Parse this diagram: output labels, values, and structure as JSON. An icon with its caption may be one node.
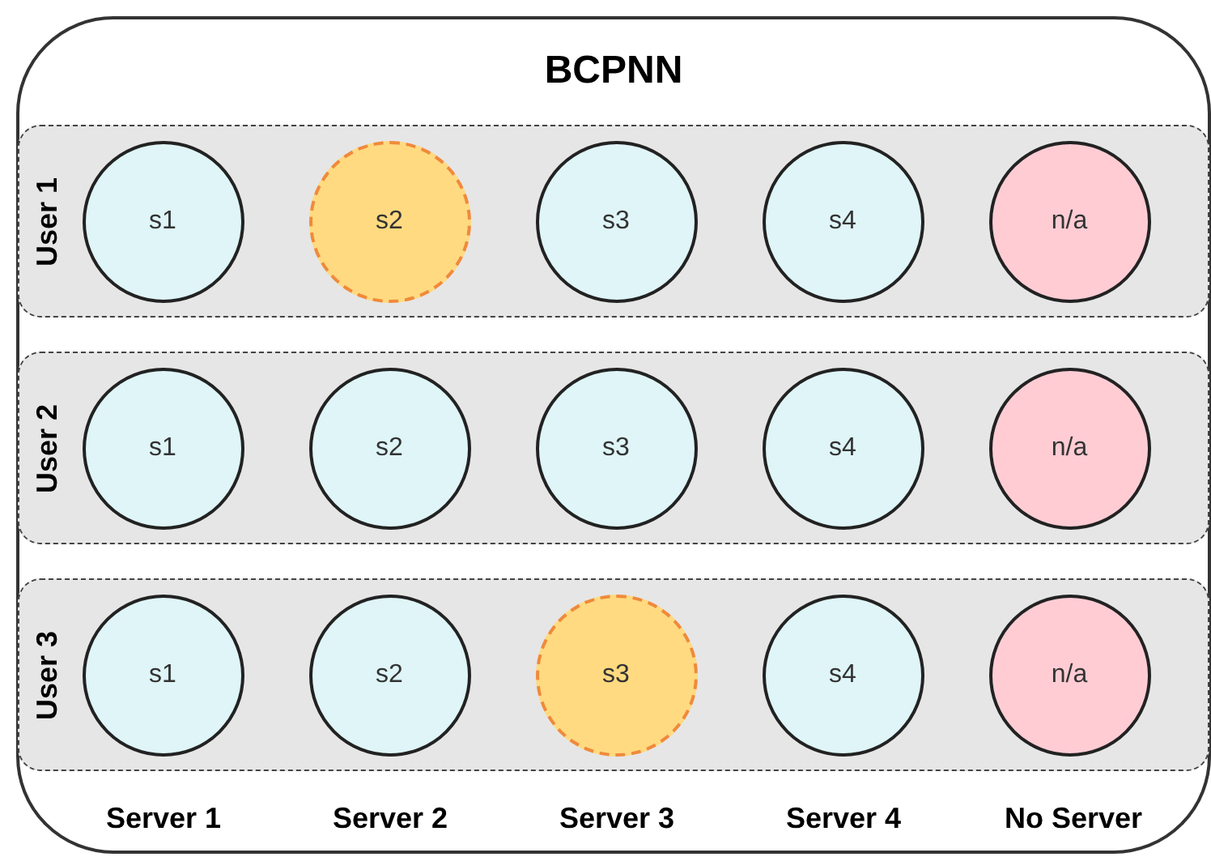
{
  "diagram": {
    "nodes": [
      {
        "text": [
          "BCPNN"
        ]
      },
      {
        "text": [
          "User 1"
        ],
        "in": 0
      },
      {
        "text": [
          "s1"
        ],
        "in": 1
      },
      {
        "text": [
          "s2"
        ],
        "in": 1
      },
      {
        "text": [
          "s3"
        ],
        "in": 1
      },
      {
        "text": [
          "s4"
        ],
        "in": 1
      },
      {
        "text": [
          "n/a"
        ],
        "in": 1
      },
      {
        "text": [
          "User 2"
        ],
        "in": 0
      },
      {
        "text": [
          "s1"
        ],
        "in": 7
      },
      {
        "text": [
          "s2"
        ],
        "in": 7
      },
      {
        "text": [
          "s3"
        ],
        "in": 7
      },
      {
        "text": [
          "s4"
        ],
        "in": 7
      },
      {
        "text": [
          "n/a"
        ],
        "in": 7
      },
      {
        "text": [
          "User 3"
        ],
        "in": 0
      },
      {
        "text": [
          "s1"
        ],
        "in": 13
      },
      {
        "text": [
          "s2"
        ],
        "in": 13
      },
      {
        "text": [
          "s3"
        ],
        "in": 13
      },
      {
        "text": [
          "s4"
        ],
        "in": 13
      },
      {
        "text": [
          "n/a"
        ],
        "in": 13
      }
    ],
    "labels": [
      "Server 1",
      "Server 2",
      "Server 3",
      "Server 4",
      "No Server"
    ]
  }
}
